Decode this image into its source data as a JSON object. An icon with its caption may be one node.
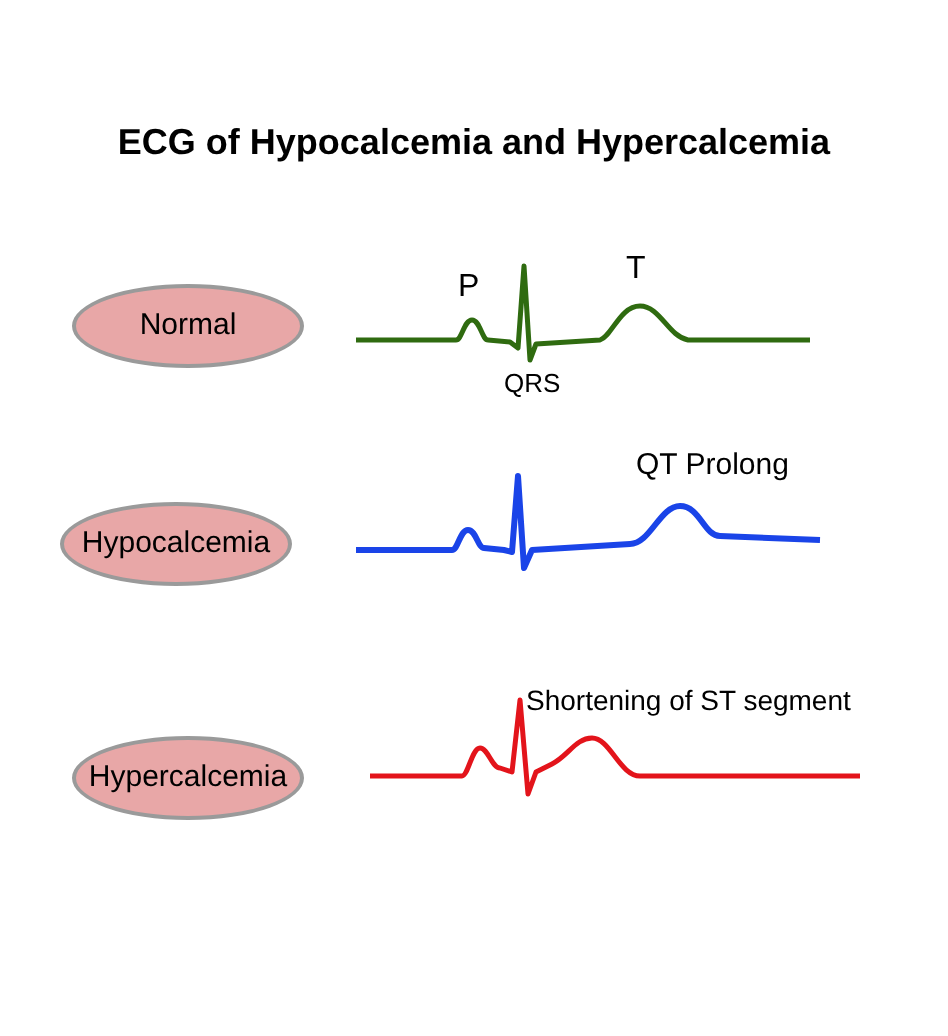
{
  "diagram": {
    "title": "ECG of Hypocalcemia and Hypercalcemia",
    "nodes": [
      {
        "text": [
          "Normal"
        ]
      },
      {
        "text": [
          "Hypocalcemia"
        ]
      },
      {
        "text": [
          "Hypercalcemia"
        ]
      }
    ],
    "labels": [
      "P",
      "T",
      "QRS",
      "QT Prolong",
      "Shortening of ST segment"
    ]
  }
}
